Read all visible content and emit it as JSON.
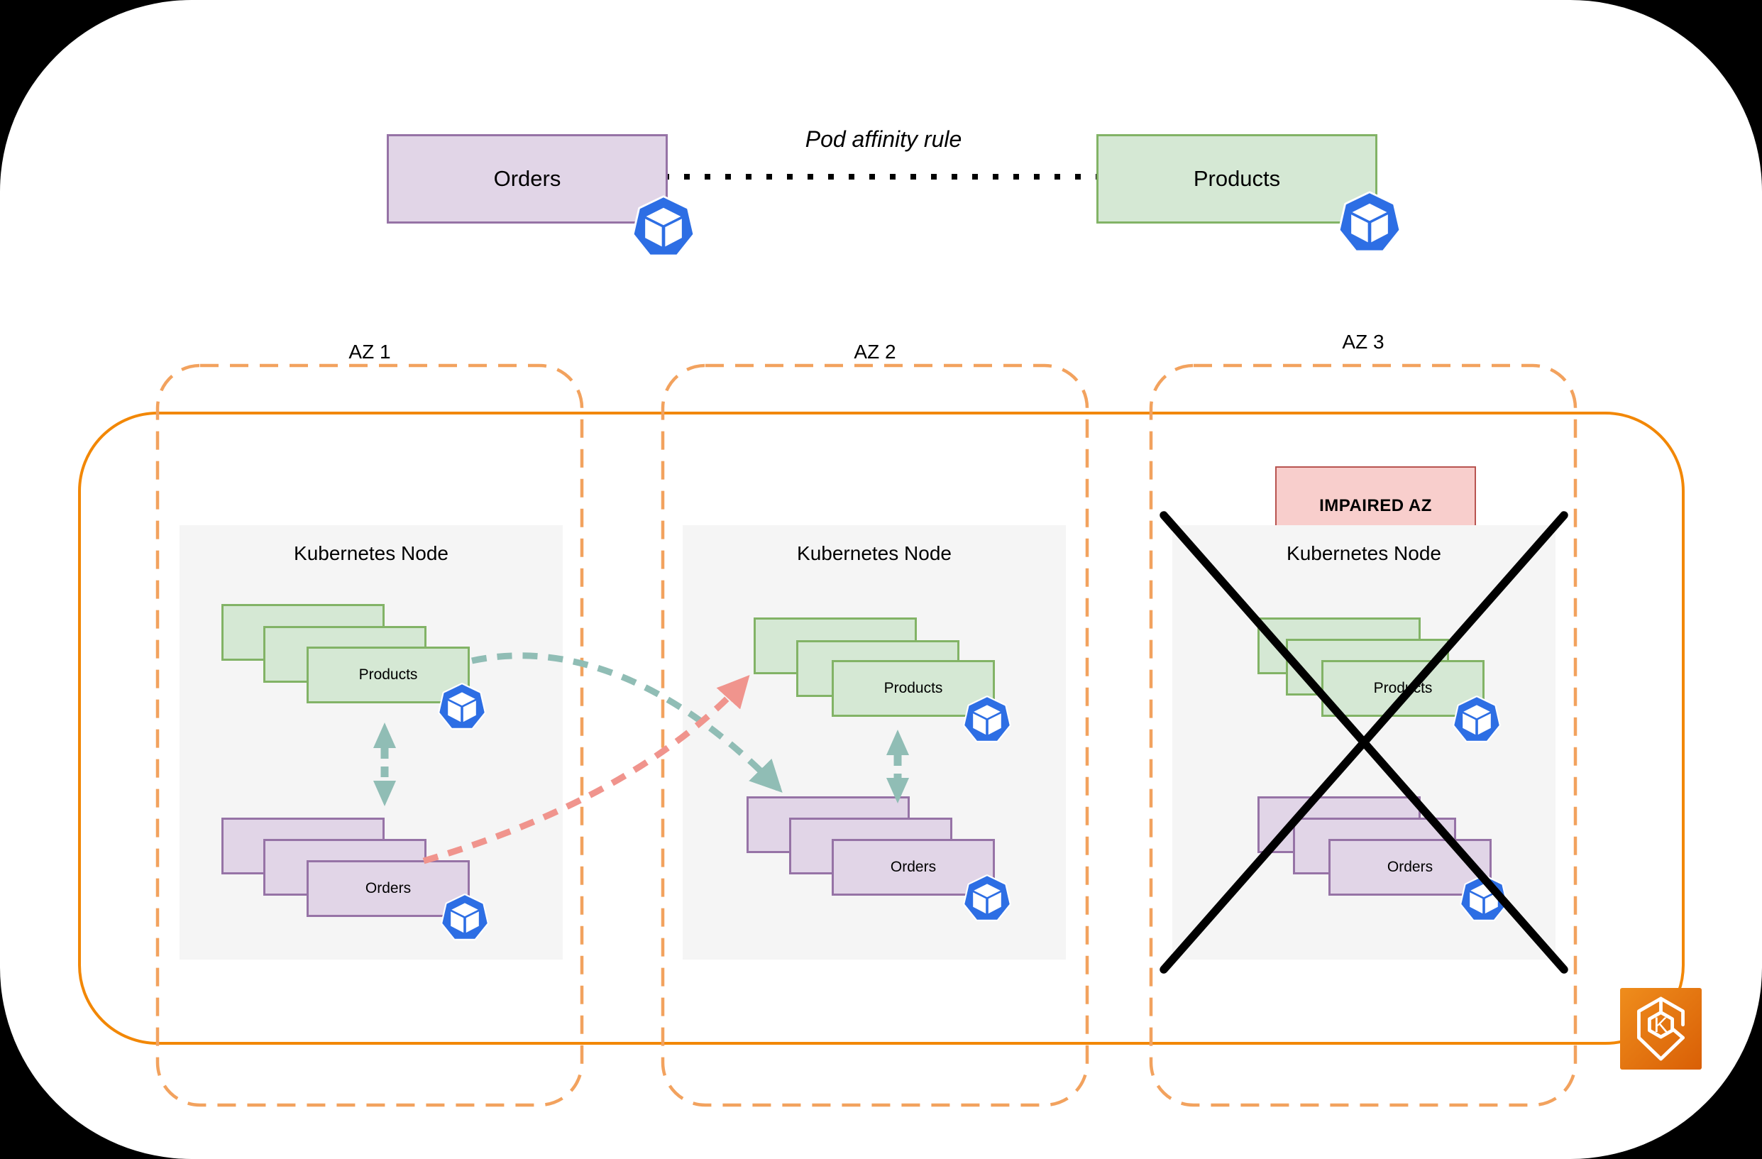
{
  "affinity_rule": {
    "orders_label": "Orders",
    "products_label": "Products",
    "rule_label": "Pod affinity rule"
  },
  "zones": [
    {
      "label": "AZ 1",
      "node_title": "Kubernetes Node",
      "products_label": "Products",
      "orders_label": "Orders"
    },
    {
      "label": "AZ 2",
      "node_title": "Kubernetes Node",
      "products_label": "Products",
      "orders_label": "Orders"
    },
    {
      "label": "AZ 3",
      "node_title": "Kubernetes Node",
      "products_label": "Products",
      "orders_label": "Orders",
      "impaired_label": "IMPAIRED AZ"
    }
  ],
  "icons": {
    "pod": "kubernetes-pod-icon",
    "eks": "amazon-eks-icon",
    "eks_letter": "K"
  },
  "colors": {
    "ink": "#000000",
    "az-border": "#F2A25E",
    "cluster-border": "#F28705",
    "node-bg": "#F5F5F5",
    "green-fill": "#D5E8D4",
    "green-border": "#82B366",
    "purple-fill": "#E1D5E7",
    "purple-border": "#9673A6",
    "impaired-fill": "#F8CECC",
    "impaired-border": "#B85450",
    "teal-arrow": "#90BDB5",
    "red-arrow": "#F0948D",
    "pod-blue": "#2D6EE4",
    "eks-gradient-top": "#EF8D1C",
    "eks-gradient-bottom": "#D95F06"
  }
}
